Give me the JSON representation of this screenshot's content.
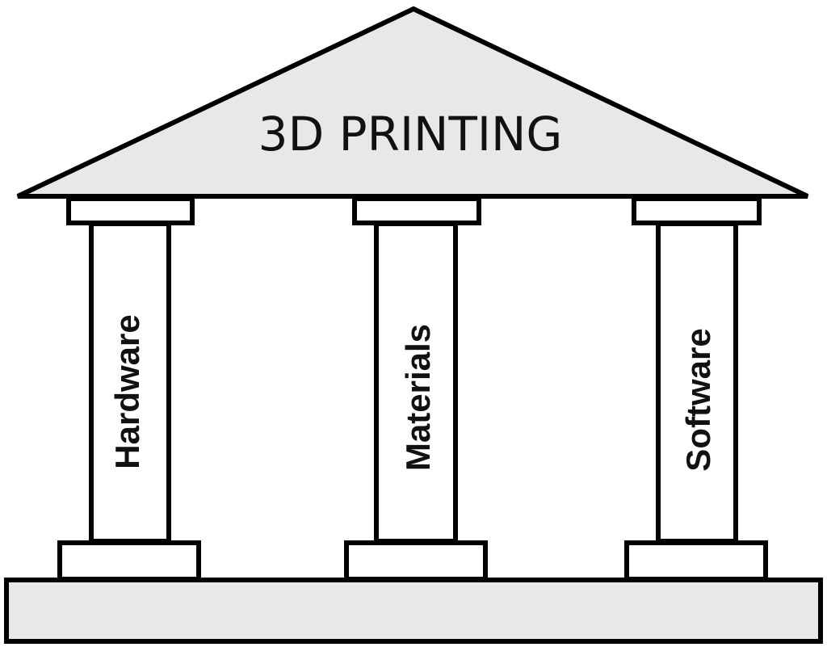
{
  "roof": {
    "title": "3D PRINTING"
  },
  "pillars": [
    {
      "label": "Hardware"
    },
    {
      "label": "Materials"
    },
    {
      "label": "Software"
    }
  ]
}
